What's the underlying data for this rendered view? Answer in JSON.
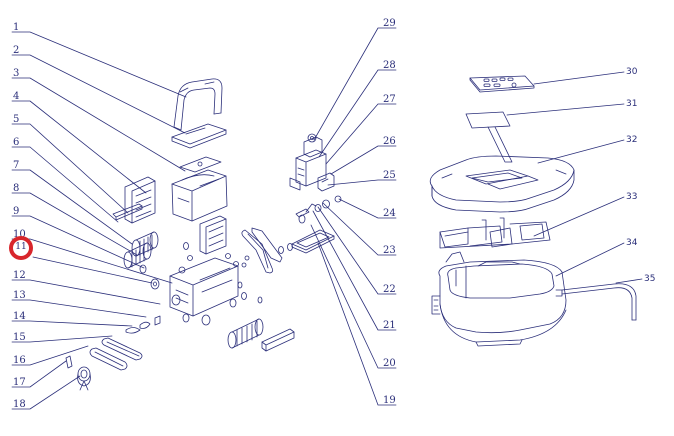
{
  "diagram": {
    "line_color": "#2b2f7a",
    "highlight_color": "#d8262c",
    "highlighted_part": "11",
    "left_labels": [
      "1",
      "2",
      "3",
      "4",
      "5",
      "6",
      "7",
      "8",
      "9",
      "10",
      "11",
      "12",
      "13",
      "14",
      "15",
      "16",
      "17",
      "18"
    ],
    "center_labels": [
      "29",
      "28",
      "27",
      "26",
      "25",
      "24",
      "23",
      "22",
      "21",
      "20",
      "19"
    ],
    "right_labels": [
      "30",
      "31",
      "32",
      "33",
      "34",
      "35"
    ]
  }
}
